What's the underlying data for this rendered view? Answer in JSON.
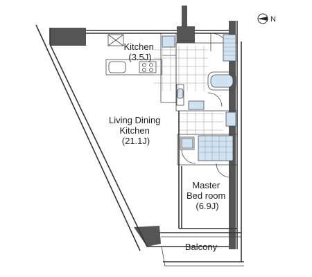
{
  "plan": {
    "rooms": [
      {
        "id": "kitchen",
        "lines": [
          "Kitchen",
          "(3.5J)"
        ]
      },
      {
        "id": "ldk",
        "lines": [
          "Living Dining",
          "Kitchen",
          "(21.1J)"
        ]
      },
      {
        "id": "master",
        "lines": [
          "Master",
          "Bed room",
          "(6.9J)"
        ]
      },
      {
        "id": "balcony",
        "lines": [
          "Balcony"
        ]
      }
    ],
    "compass": {
      "label": "N"
    },
    "colors": {
      "fixture": "#cfe3f2",
      "wall": "#333333",
      "column": "#555555"
    }
  }
}
